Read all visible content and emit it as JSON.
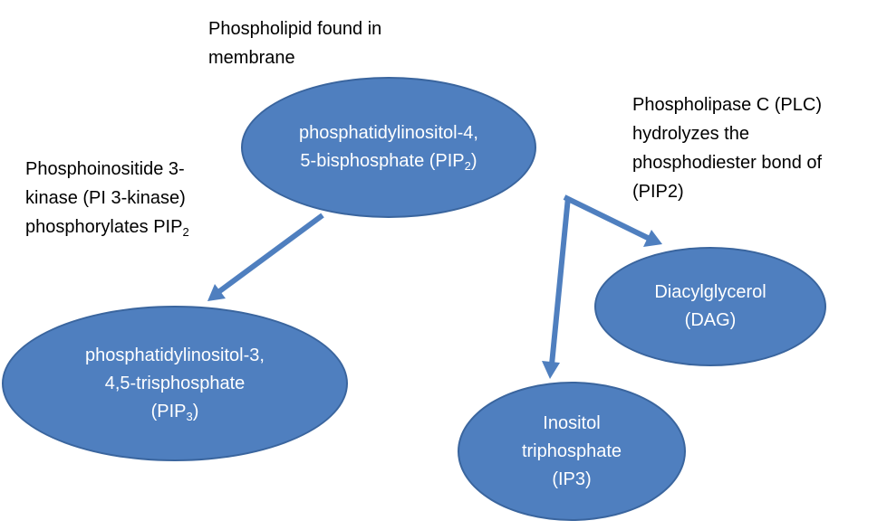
{
  "colors": {
    "node_fill": "#4f7fbf",
    "node_border": "#3a659e",
    "arrow": "#4f7fbf",
    "node_text": "#ffffff",
    "note_text": "#000000"
  },
  "nodes": {
    "pip2": {
      "line1": "phosphatidylinositol-4,",
      "line2_prefix": "5-bisphosphate (PIP",
      "line2_sub": "2",
      "line2_suffix": ")"
    },
    "pip3": {
      "line1": "phosphatidylinositol-3,",
      "line2": "4,5-trisphosphate",
      "line3_prefix": "(PIP",
      "line3_sub": "3",
      "line3_suffix": ")"
    },
    "dag": {
      "line1": "Diacylglycerol",
      "line2": "(DAG)"
    },
    "ip3": {
      "line1": "Inositol",
      "line2": "triphosphate",
      "line3": "(IP3)"
    }
  },
  "notes": {
    "membrane": {
      "line1": "Phospholipid found in",
      "line2": "membrane"
    },
    "pi3k": {
      "line1": "Phosphoinositide 3-",
      "line2": "kinase (PI 3-kinase)",
      "line3_prefix": "phosphorylates PIP",
      "line3_sub": "2"
    },
    "plc": {
      "line1": "Phospholipase C (PLC)",
      "line2": "hydrolyzes the",
      "line3": "phosphodiester bond of",
      "line4": "(PIP2)"
    }
  }
}
